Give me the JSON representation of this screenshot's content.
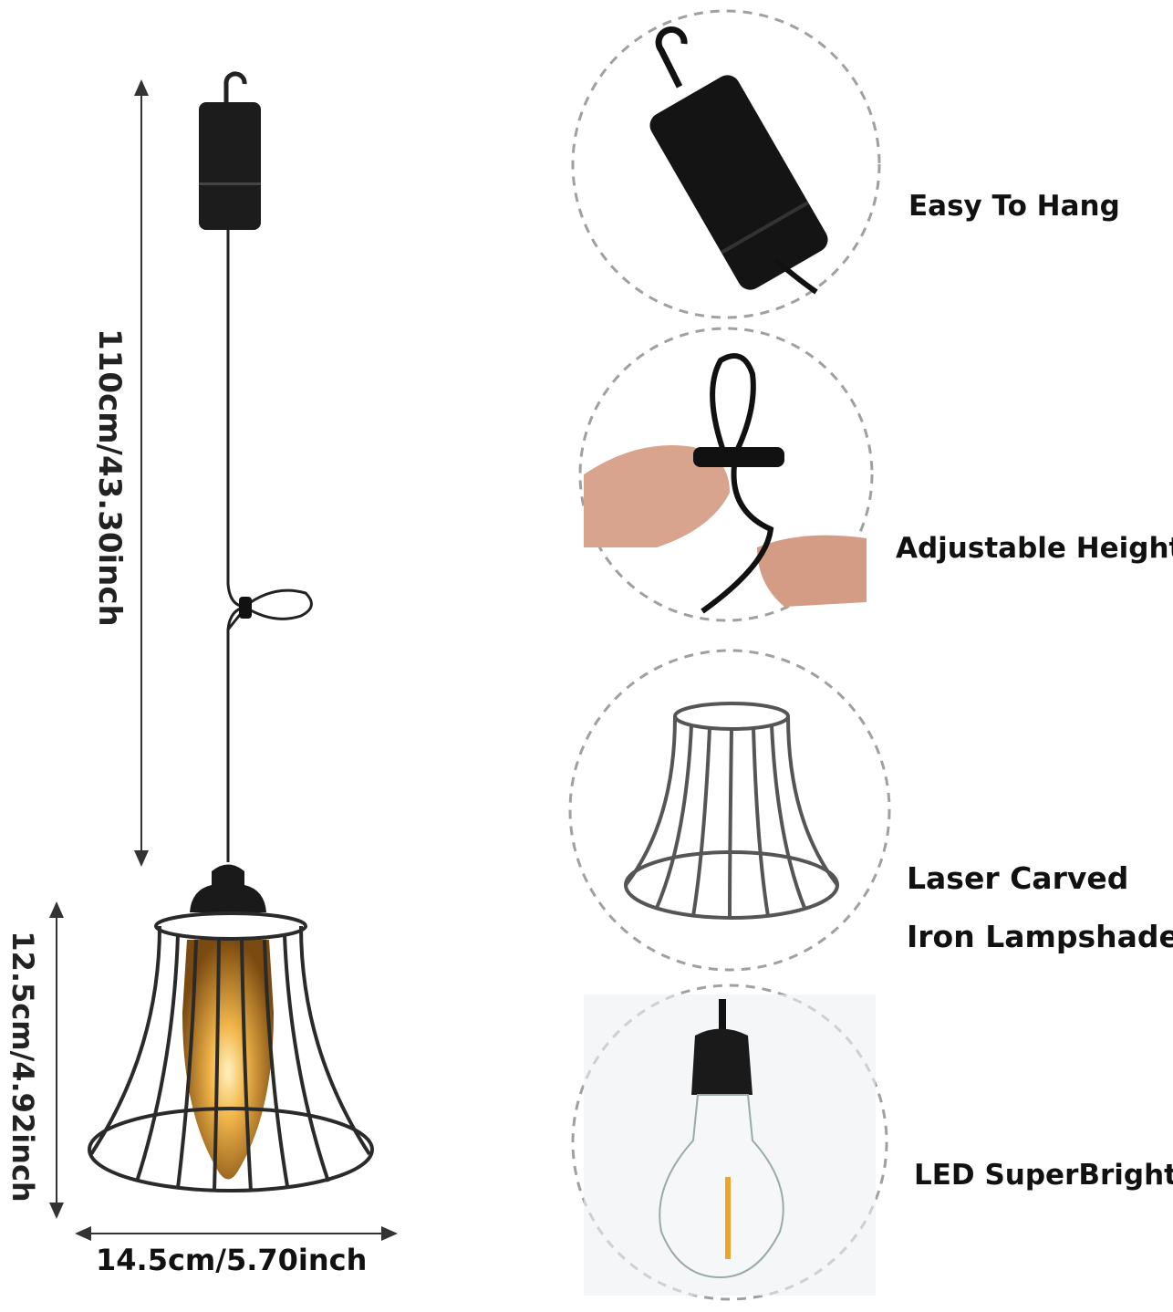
{
  "dimensions": {
    "height_total": "110cm/43.30inch",
    "shade_height": "12.5cm/4.92inch",
    "shade_width": "14.5cm/5.70inch"
  },
  "features": [
    {
      "label": "Easy To Hang",
      "icon": "hook-cylinder-icon"
    },
    {
      "label": "Adjustable Height",
      "icon": "cord-loop-icon"
    },
    {
      "label_line1": "Laser Carved",
      "label_line2": "Iron Lampshade",
      "icon": "lampshade-icon"
    },
    {
      "label": "LED SuperBright",
      "icon": "led-bulb-icon"
    }
  ],
  "colors": {
    "cage": "#2a2a2a",
    "glow": "#f2b64a",
    "dashed": "#a0a0a0"
  }
}
